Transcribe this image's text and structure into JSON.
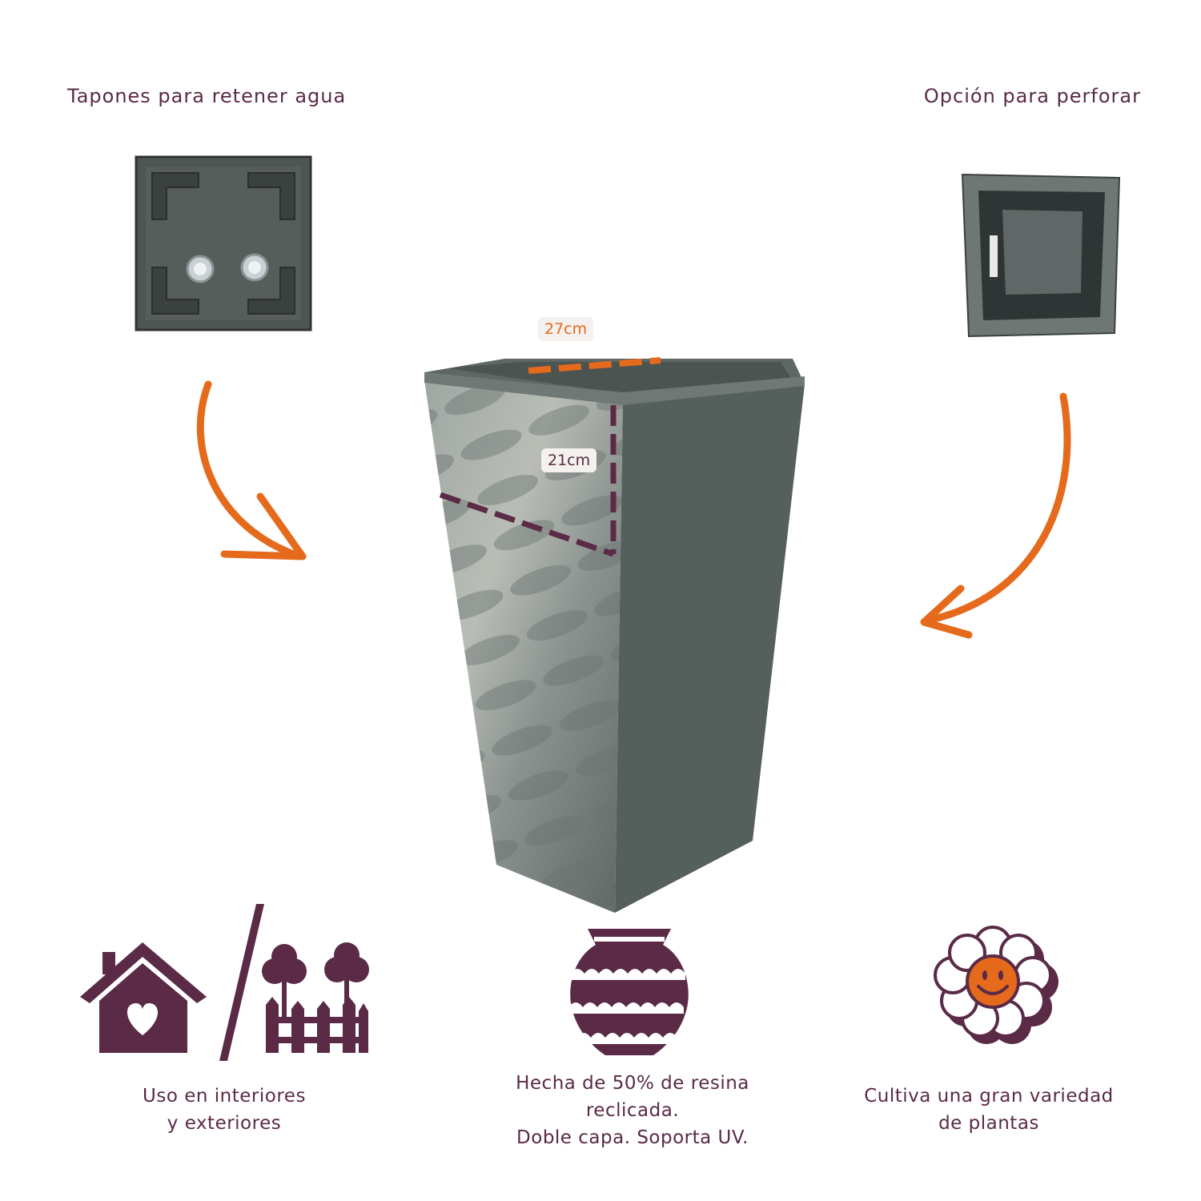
{
  "top_left_caption": "Tapones para retener agua",
  "top_right_caption": "Opción para perforar",
  "dimensions": {
    "width_label": "27cm",
    "depth_label": "21cm"
  },
  "features": [
    {
      "icon": "house-and-garden-icon",
      "line1": "Uso en interiores",
      "line2": "y exteriores",
      "line3": ""
    },
    {
      "icon": "pot-icon",
      "line1": "Hecha de 50% de resina",
      "line2": "reclicada.",
      "line3": "Doble capa. Soporta UV."
    },
    {
      "icon": "flower-icon",
      "line1": "Cultiva una gran variedad",
      "line2": "de plantas",
      "line3": ""
    }
  ],
  "colors": {
    "accent_orange": "#e56a1c",
    "brand_purple": "#5a2a46",
    "planter_gray": "#5a6663"
  }
}
